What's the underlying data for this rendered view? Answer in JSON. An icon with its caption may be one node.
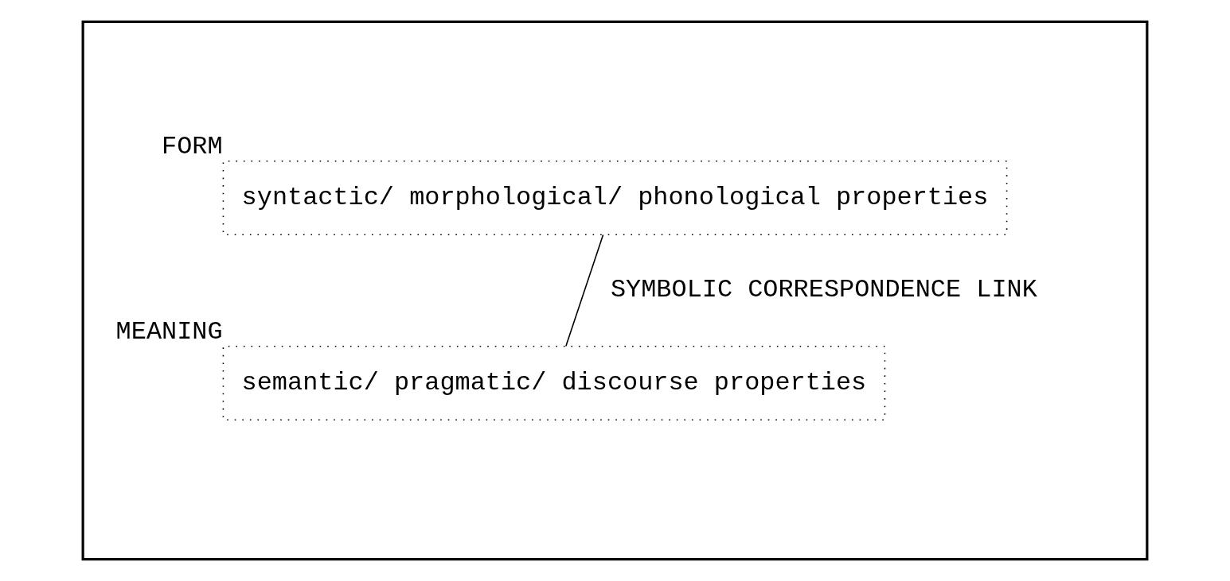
{
  "diagram": {
    "nodes": [
      {
        "text": [],
        "shape": "box"
      },
      {
        "text": [
          "syntactic/ morphological/ phonological properties"
        ],
        "in": 0,
        "beside": [
          "FORM"
        ]
      },
      {
        "text": [
          "semantic/ pragmatic/ discourse properties"
        ],
        "in": 0,
        "beside": [
          "MEANING"
        ]
      }
    ],
    "edges": [
      {
        "from": 1,
        "to": 2,
        "arrow": "none",
        "label": "SYMBOLIC CORRESPONDENCE LINK"
      }
    ]
  }
}
